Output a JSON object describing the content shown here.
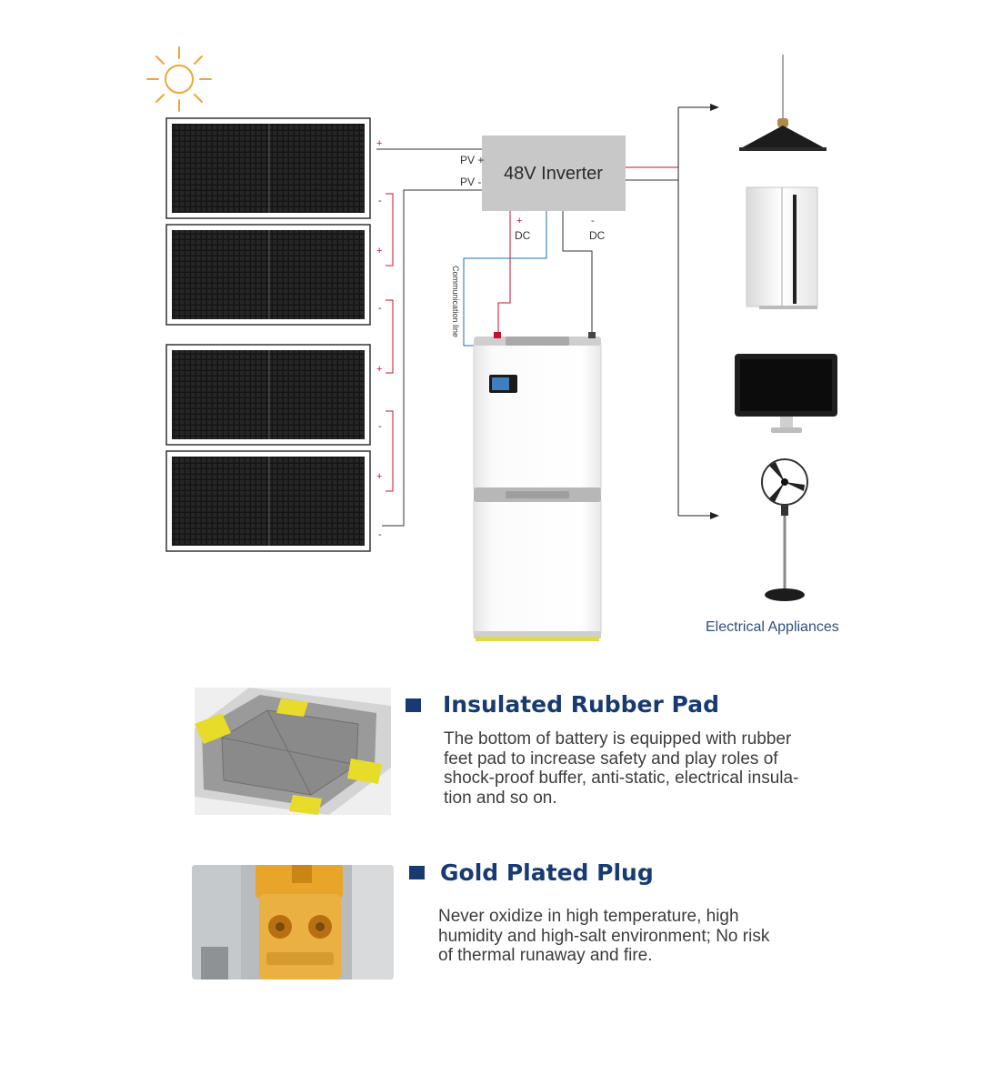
{
  "inverter": {
    "label": "48V Inverter",
    "pv_plus": "PV +",
    "pv_minus": "PV -",
    "dc_plus_sign": "+",
    "dc_minus_sign": "-",
    "dc_plus": "DC",
    "dc_minus": "DC"
  },
  "panel_terminals": {
    "plus": "+",
    "minus": "-"
  },
  "communication_line": "Communication line",
  "appliances_label": "Electrical Appliances",
  "features": [
    {
      "title": "Insulated Rubber Pad",
      "lines": [
        "The bottom of battery is equipped with rubber",
        "feet pad to increase safety and play roles of",
        "shock-proof buffer, anti-static, electrical insula-",
        "tion and so on."
      ]
    },
    {
      "title": "Gold Plated Plug",
      "lines": [
        "Never oxidize in high temperature, high",
        "humidity and high-salt environment; No risk",
        "of thermal runaway and fire."
      ]
    }
  ],
  "colors": {
    "accent": "#173a72",
    "wire_red": "#c8102e",
    "wire_blue": "#1f6fb2",
    "sun": "#f0a634",
    "rubber_pad": "#e8dc2a",
    "plug": "#e9a52a"
  }
}
